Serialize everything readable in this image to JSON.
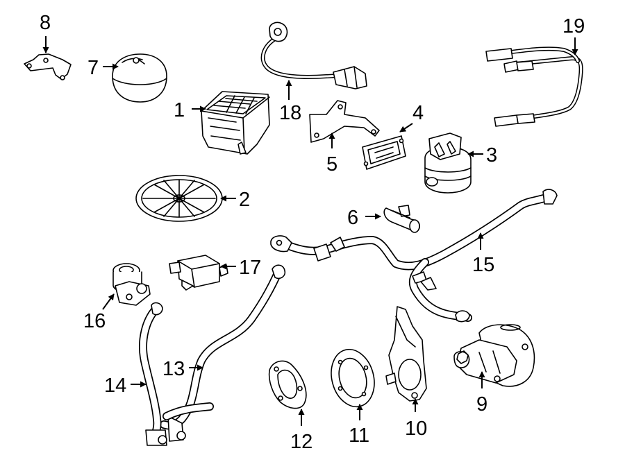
{
  "diagram": {
    "parts": [
      {
        "id": "part-1",
        "label": "1"
      },
      {
        "id": "part-2",
        "label": "2"
      },
      {
        "id": "part-3",
        "label": "3"
      },
      {
        "id": "part-4",
        "label": "4"
      },
      {
        "id": "part-5",
        "label": "5"
      },
      {
        "id": "part-6",
        "label": "6"
      },
      {
        "id": "part-7",
        "label": "7"
      },
      {
        "id": "part-8",
        "label": "8"
      },
      {
        "id": "part-9",
        "label": "9"
      },
      {
        "id": "part-10",
        "label": "10"
      },
      {
        "id": "part-11",
        "label": "11"
      },
      {
        "id": "part-12",
        "label": "12"
      },
      {
        "id": "part-13",
        "label": "13"
      },
      {
        "id": "part-14",
        "label": "14"
      },
      {
        "id": "part-15",
        "label": "15"
      },
      {
        "id": "part-16",
        "label": "16"
      },
      {
        "id": "part-17",
        "label": "17"
      },
      {
        "id": "part-18",
        "label": "18"
      },
      {
        "id": "part-19",
        "label": "19"
      }
    ]
  }
}
